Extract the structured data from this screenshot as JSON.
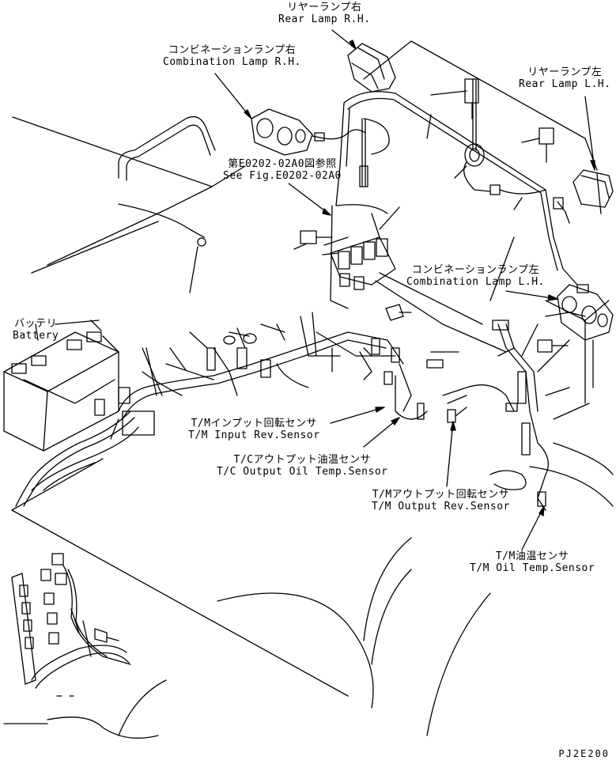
{
  "labels": {
    "rear_lamp_rh": {
      "jp": "リヤーランプ右",
      "en": "Rear Lamp R.H."
    },
    "combination_lamp_rh": {
      "jp": "コンビネーションランプ右",
      "en": "Combination Lamp R.H."
    },
    "rear_lamp_lh": {
      "jp": "リヤーランプ左",
      "en": "Rear Lamp L.H."
    },
    "see_fig": {
      "jp": "第E0202-02A0図参照",
      "en": "See Fig.E0202-02A0"
    },
    "combination_lamp_lh": {
      "jp": "コンビネーションランプ左",
      "en": "Combination Lamp L.H."
    },
    "battery": {
      "jp": "バッテリ",
      "en": "Battery"
    },
    "tm_input_rev_sensor": {
      "jp": "T/Mインプット回転センサ",
      "en": "T/M Input Rev.Sensor"
    },
    "tc_output_oil_temp_sensor": {
      "jp": "T/Cアウトプット油温センサ",
      "en": "T/C Output Oil Temp.Sensor"
    },
    "tm_output_rev_sensor": {
      "jp": "T/Mアウトプット回転センサ",
      "en": "T/M Output Rev.Sensor"
    },
    "tm_oil_temp_sensor": {
      "jp": "T/M油温センサ",
      "en": "T/M Oil Temp.Sensor"
    }
  },
  "drawing_code": "PJ2E200"
}
